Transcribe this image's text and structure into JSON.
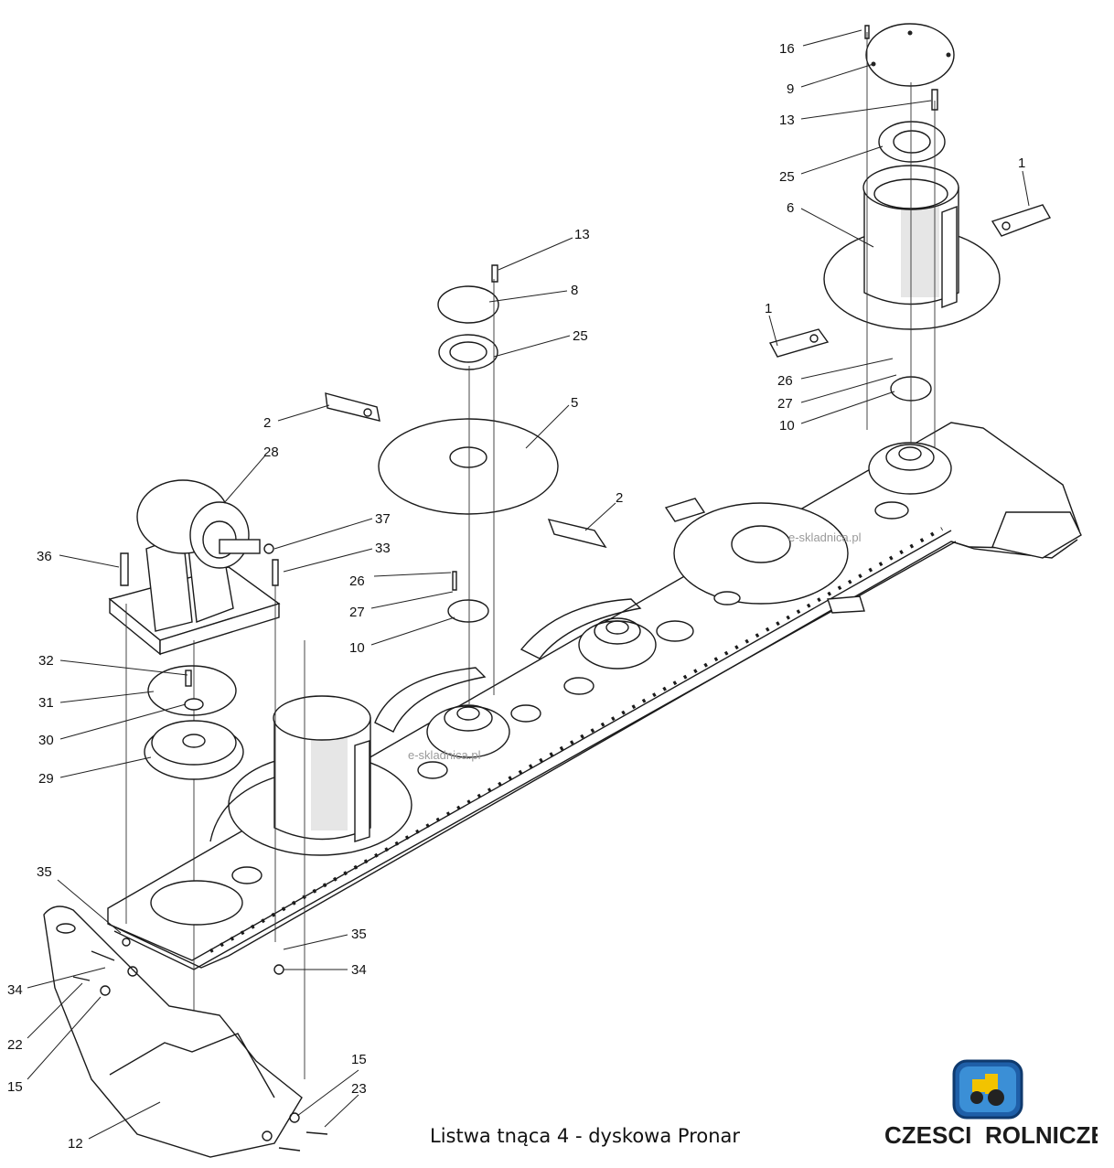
{
  "caption": "Listwa tnąca 4 - dyskowa Pronar",
  "watermarks": [
    "e-skladnica.pl",
    "e-skladnica.pl"
  ],
  "logo": {
    "part1": "CZESCI",
    "part2": "ROLNICZE"
  },
  "labels": [
    {
      "text": "16"
    },
    {
      "text": "9"
    },
    {
      "text": "13"
    },
    {
      "text": "25"
    },
    {
      "text": "6"
    },
    {
      "text": "1"
    },
    {
      "text": "1"
    },
    {
      "text": "26"
    },
    {
      "text": "27"
    },
    {
      "text": "10"
    },
    {
      "text": "13"
    },
    {
      "text": "8"
    },
    {
      "text": "25"
    },
    {
      "text": "5"
    },
    {
      "text": "2"
    },
    {
      "text": "2"
    },
    {
      "text": "28"
    },
    {
      "text": "37"
    },
    {
      "text": "33"
    },
    {
      "text": "36"
    },
    {
      "text": "26"
    },
    {
      "text": "27"
    },
    {
      "text": "10"
    },
    {
      "text": "32"
    },
    {
      "text": "31"
    },
    {
      "text": "30"
    },
    {
      "text": "29"
    },
    {
      "text": "35"
    },
    {
      "text": "35"
    },
    {
      "text": "34"
    },
    {
      "text": "34"
    },
    {
      "text": "22"
    },
    {
      "text": "15"
    },
    {
      "text": "15"
    },
    {
      "text": "23"
    },
    {
      "text": "12"
    }
  ],
  "colors": {
    "ink": "#1a1a1a",
    "logo_blue": "#1f5fa8",
    "logo_yellow": "#f2c300"
  }
}
